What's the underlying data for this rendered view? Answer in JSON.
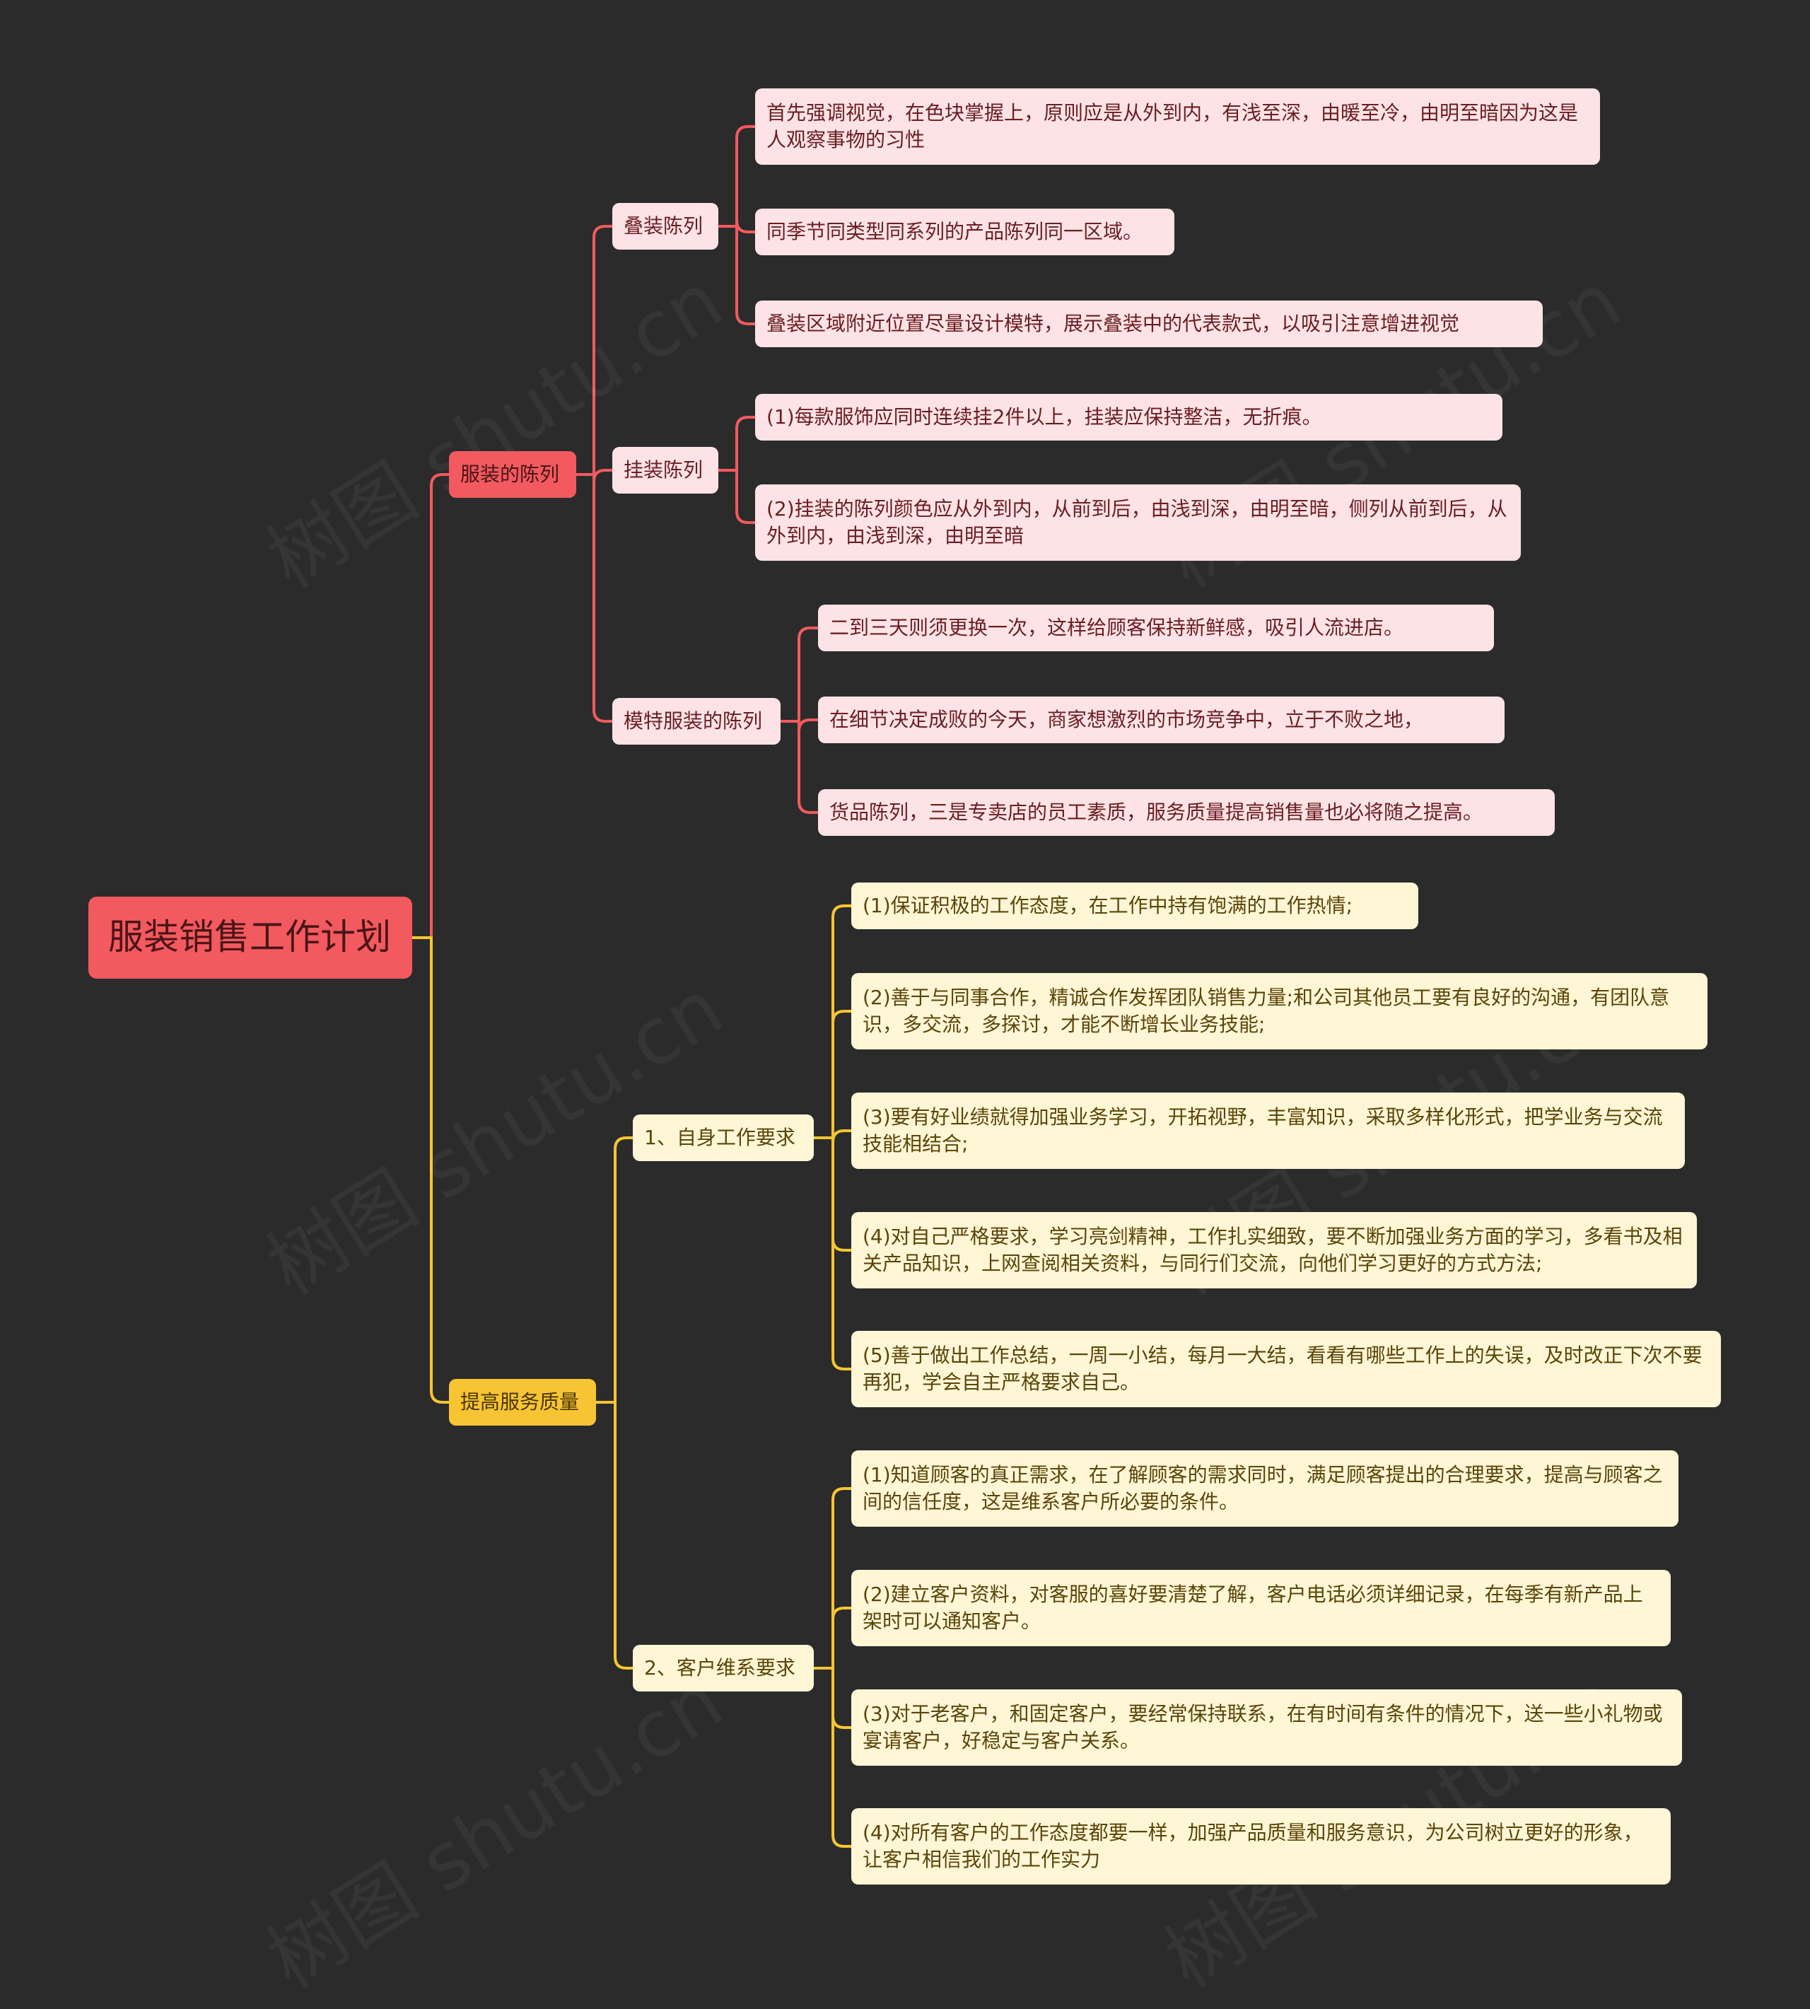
{
  "colors": {
    "background": "#2b2b2b",
    "red_branch": "#f25a5f",
    "yellow_branch": "#f7c533",
    "red_leaf_bg": "#fde3e5",
    "yellow_leaf_bg": "#fff6d6"
  },
  "root": {
    "label": "服装销售工作计划"
  },
  "branches": [
    {
      "label": "服装的陈列",
      "children": [
        {
          "label": "叠装陈列",
          "leaves": [
            "首先强调视觉，在色块掌握上，原则应是从外到内，有浅至深，由暖至冷，由明至暗因为这是人观察事物的习性",
            "同季节同类型同系列的产品陈列同一区域。",
            "叠装区域附近位置尽量设计模特，展示叠装中的代表款式，以吸引注意增进视觉"
          ]
        },
        {
          "label": "挂装陈列",
          "leaves": [
            "(1)每款服饰应同时连续挂2件以上，挂装应保持整洁，无折痕。",
            "(2)挂装的陈列颜色应从外到内，从前到后，由浅到深，由明至暗，侧列从前到后，从外到内，由浅到深，由明至暗"
          ]
        },
        {
          "label": "模特服装的陈列",
          "leaves": [
            "二到三天则须更换一次，这样给顾客保持新鲜感，吸引人流进店。",
            "在细节决定成败的今天，商家想激烈的市场竞争中，立于不败之地，",
            "货品陈列，三是专卖店的员工素质，服务质量提高销售量也必将随之提高。"
          ]
        }
      ]
    },
    {
      "label": "提高服务质量",
      "children": [
        {
          "label": "1、自身工作要求",
          "leaves": [
            "(1)保证积极的工作态度，在工作中持有饱满的工作热情;",
            "(2)善于与同事合作，精诚合作发挥团队销售力量;和公司其他员工要有良好的沟通，有团队意识，多交流，多探讨，才能不断增长业务技能;",
            "(3)要有好业绩就得加强业务学习，开拓视野，丰富知识，采取多样化形式，把学业务与交流技能相结合;",
            "(4)对自己严格要求，学习亮剑精神，工作扎实细致，要不断加强业务方面的学习，多看书及相关产品知识，上网查阅相关资料，与同行们交流，向他们学习更好的方式方法;",
            "(5)善于做出工作总结，一周一小结，每月一大结，看看有哪些工作上的失误，及时改正下次不要再犯，学会自主严格要求自己。"
          ]
        },
        {
          "label": "2、客户维系要求",
          "leaves": [
            "(1)知道顾客的真正需求，在了解顾客的需求同时，满足顾客提出的合理要求，提高与顾客之间的信任度，这是维系客户所必要的条件。",
            "(2)建立客户资料，对客服的喜好要清楚了解，客户电话必须详细记录，在每季有新产品上架时可以通知客户。",
            "(3)对于老客户，和固定客户，要经常保持联系，在有时间有条件的情况下，送一些小礼物或宴请客户，好稳定与客户关系。",
            "(4)对所有客户的工作态度都要一样，加强产品质量和服务意识，为公司树立更好的形象，让客户相信我们的工作实力"
          ]
        }
      ]
    }
  ]
}
